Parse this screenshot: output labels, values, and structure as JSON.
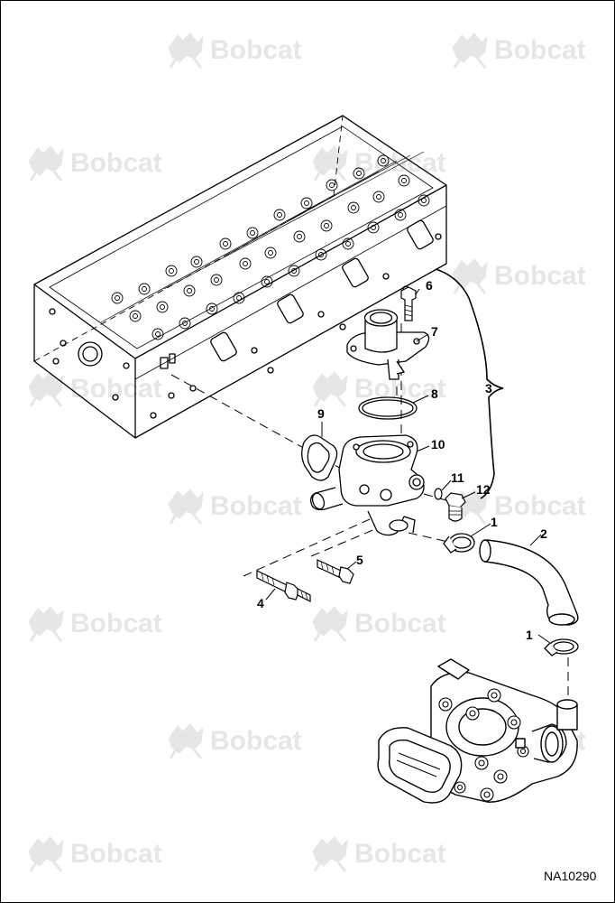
{
  "watermark": {
    "text": "Bobcat",
    "color": "#e6e6e6",
    "icon": "bobcat-logo-icon"
  },
  "callouts": [
    {
      "id": "6",
      "label": "6"
    },
    {
      "id": "7",
      "label": "7"
    },
    {
      "id": "3",
      "label": "3"
    },
    {
      "id": "8",
      "label": "8"
    },
    {
      "id": "9",
      "label": "9"
    },
    {
      "id": "10",
      "label": "10"
    },
    {
      "id": "11",
      "label": "11"
    },
    {
      "id": "12",
      "label": "12"
    },
    {
      "id": "1a",
      "label": "1"
    },
    {
      "id": "2",
      "label": "2"
    },
    {
      "id": "5",
      "label": "5"
    },
    {
      "id": "4",
      "label": "4"
    },
    {
      "id": "1b",
      "label": "1"
    }
  ],
  "reference_code": "NA10290"
}
